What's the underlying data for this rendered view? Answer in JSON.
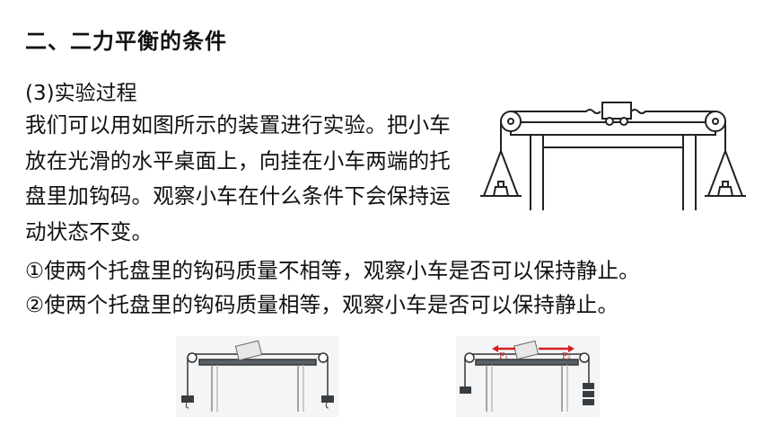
{
  "section_title": "二、二力平衡的条件",
  "subheading": "(3)实验过程",
  "paragraph": "我们可以用如图所示的装置进行实验。把小车放在光滑的水平桌面上，向挂在小车两端的托盘里加钩码。观察小车在什么条件下会保持运动状态不变。",
  "steps": [
    "①使两个托盘里的钩码质量不相等，观察小车是否可以保持静止。",
    "②使两个托盘里的钩码质量相等，观察小车是否可以保持静止。"
  ],
  "figure_right": {
    "force_left_label": "F₁",
    "force_right_label": "F₂"
  },
  "colors": {
    "force_arrow": "#d42020",
    "stroke": "#222222"
  }
}
